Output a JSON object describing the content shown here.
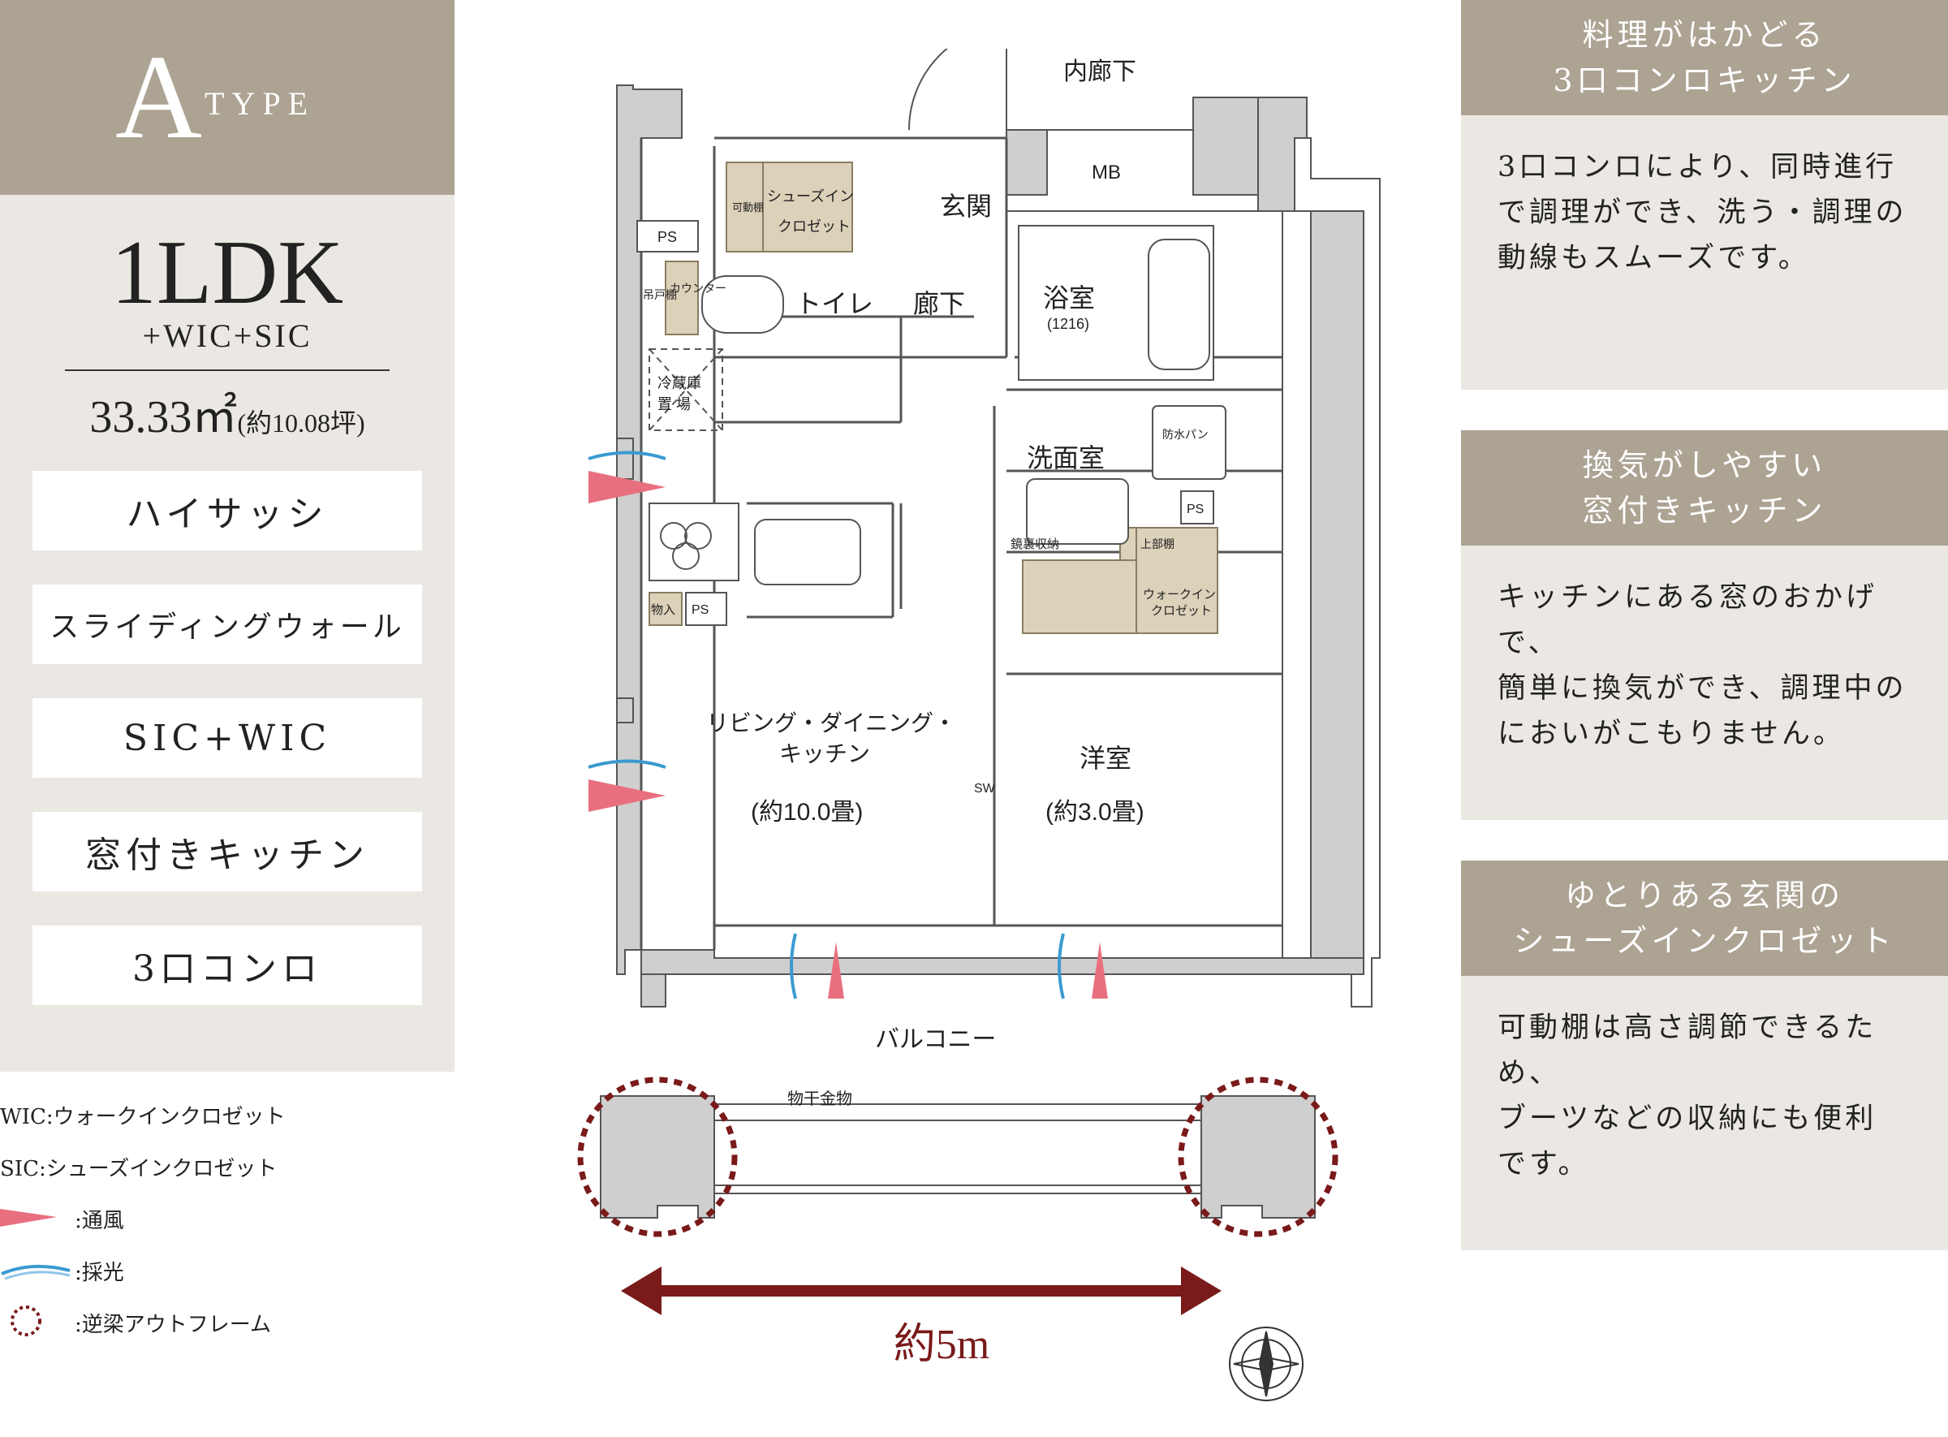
{
  "header": {
    "letter": "A",
    "word": "TYPE"
  },
  "plan": {
    "type": "1LDK",
    "extra": "+WIC+SIC",
    "area": "33.33㎡",
    "area_tsubo": "(約10.08坪)"
  },
  "features": [
    "ハイサッシ",
    "スライディングウォール",
    "SIC+WIC",
    "窓付きキッチン",
    "3口コンロ"
  ],
  "legend": {
    "wic": "WIC:ウォークインクロゼット",
    "sic": "SIC:シューズインクロゼット",
    "ventilation": ":通風",
    "daylight": ":採光",
    "outframe": ":逆梁アウトフレーム"
  },
  "cards": [
    {
      "title1": "料理がはかどる",
      "title2": "3口コンロキッチン",
      "lines": [
        "3口コンロにより、同時進行",
        "で調理ができ、洗う・調理の",
        "動線もスムーズです。"
      ]
    },
    {
      "title1": "換気がしやすい",
      "title2": "窓付きキッチン",
      "lines": [
        "キッチンにある窓のおかげで、",
        "簡単に換気ができ、調理中の",
        "においがこもりません。"
      ]
    },
    {
      "title1": "ゆとりある玄関の",
      "title2": "シューズインクロゼット",
      "lines": [
        "可動棚は高さ調節できるため、",
        "ブーツなどの収納にも便利",
        "です。"
      ]
    }
  ],
  "floorplan": {
    "corridor": "内廊下",
    "mb": "MB",
    "entrance": "玄関",
    "shoes_closet_1": "シューズイン",
    "shoes_closet_2": "クロゼット",
    "movable_shelf": "可動棚",
    "ps": "PS",
    "hanging_shelf": "吊戸棚",
    "counter": "カウンター",
    "toilet": "トイレ",
    "hallway": "廊下",
    "bath": "浴室",
    "bath_size": "(1216)",
    "fridge_1": "冷蔵庫",
    "fridge_2": "置 場",
    "waterproof_pan": "防水パン",
    "washroom": "洗面室",
    "upper_shelf": "上部棚",
    "mirror_storage": "鏡裏収納",
    "walkin_1": "ウォークイン",
    "walkin_2": "クロゼット",
    "storage": "物入",
    "ldk_1": "リビング・ダイニング・",
    "ldk_2": "キッチン",
    "ldk_size": "(約10.0畳)",
    "bedroom": "洋室",
    "bedroom_size": "(約3.0畳)",
    "sw": "SW",
    "balcony": "バルコニー",
    "laundry": "物干金物",
    "width": "約5m"
  },
  "colors": {
    "header_bg": "#aca393",
    "panel_bg": "#ebe8e3",
    "wall": "#cfcfcf",
    "closet": "#dcd1b9",
    "accent_dark_red": "#7a1a1a",
    "vent_pink": "#e8707e",
    "light_blue": "#3a9ad0"
  }
}
